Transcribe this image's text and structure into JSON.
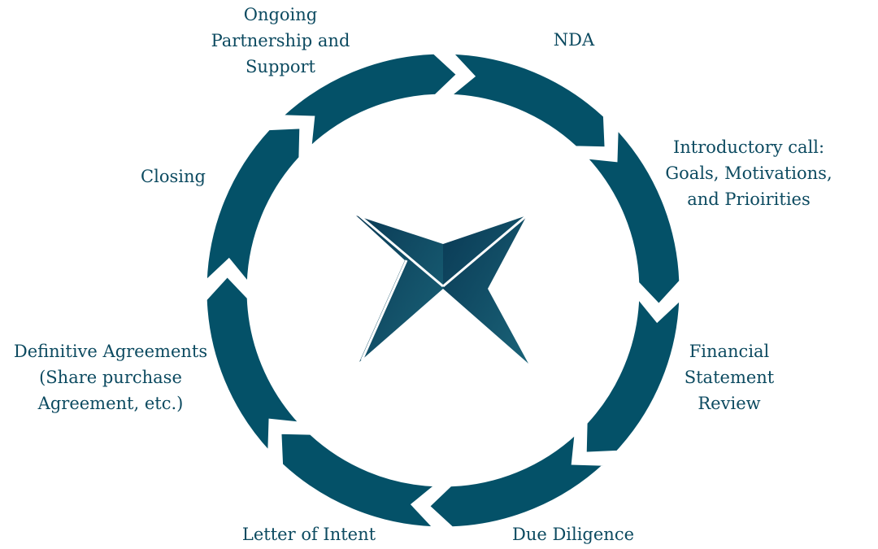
{
  "diagram": {
    "colors": {
      "arrow": "#045168",
      "text": "#0c4a60",
      "logo_dark": "#0a3d58",
      "logo_light": "#165e76"
    },
    "logo": "compass-x-logo",
    "steps": [
      {
        "id": "nda",
        "lines": [
          "NDA"
        ]
      },
      {
        "id": "intro-call",
        "lines": [
          "Introductory call:",
          "Goals, Motivations,",
          "and Prioirities"
        ]
      },
      {
        "id": "financial-review",
        "lines": [
          "Financial",
          "Statement",
          "Review"
        ]
      },
      {
        "id": "due-diligence",
        "lines": [
          "Due Diligence"
        ]
      },
      {
        "id": "letter-of-intent",
        "lines": [
          "Letter of Intent"
        ]
      },
      {
        "id": "definitive-agreements",
        "lines": [
          "Definitive Agreements",
          "(Share purchase",
          "Agreement, etc.)"
        ]
      },
      {
        "id": "closing",
        "lines": [
          "Closing"
        ]
      },
      {
        "id": "ongoing-partnership",
        "lines": [
          "Ongoing",
          "Partnership and",
          "Support"
        ]
      }
    ]
  }
}
